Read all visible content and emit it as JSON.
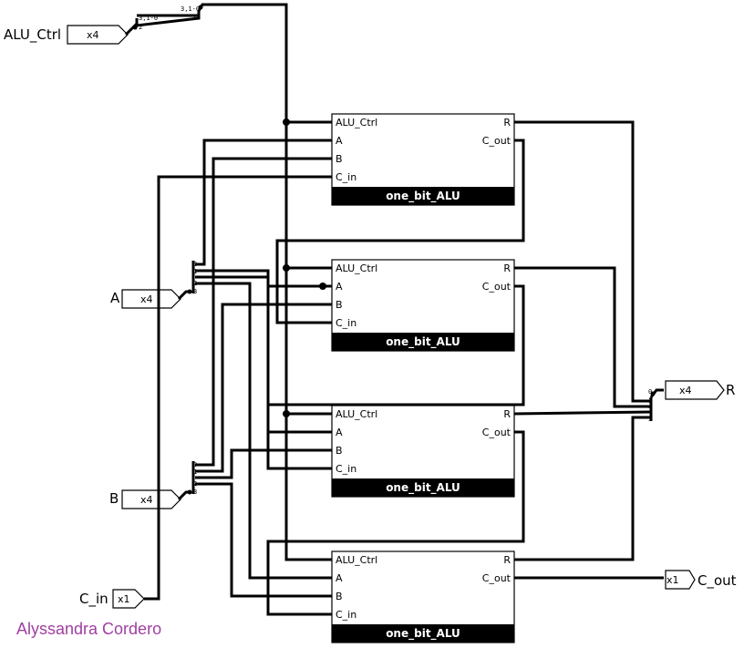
{
  "pins": {
    "alu_ctrl": {
      "label": "ALU_Ctrl",
      "width": "x4"
    },
    "a": {
      "label": "A",
      "width": "x4"
    },
    "b": {
      "label": "B",
      "width": "x4"
    },
    "c_in": {
      "label": "C_in",
      "width": "x1"
    },
    "r": {
      "label": "R",
      "width": "x4"
    },
    "c_out": {
      "label": "C_out",
      "width": "x1"
    }
  },
  "splitter_labels": {
    "ctrl_in": "3,1-0",
    "ctrl_in_bit": "2",
    "ctrl_out_top": "3,1-0",
    "ctrl_out_bit": "2",
    "bits": [
      "0",
      "1",
      "2",
      "3"
    ]
  },
  "alu_blocks": [
    {
      "title": "one_bit_ALU",
      "ports": {
        "ctrl": "ALU_Ctrl",
        "a": "A",
        "b": "B",
        "cin": "C_in",
        "r": "R",
        "cout": "C_out"
      }
    },
    {
      "title": "one_bit_ALU",
      "ports": {
        "ctrl": "ALU_Ctrl",
        "a": "A",
        "b": "B",
        "cin": "C_in",
        "r": "R",
        "cout": "C_out"
      }
    },
    {
      "title": "one_bit_ALU",
      "ports": {
        "ctrl": "ALU_Ctrl",
        "a": "A",
        "b": "B",
        "cin": "C_in",
        "r": "R",
        "cout": "C_out"
      }
    },
    {
      "title": "one_bit_ALU",
      "ports": {
        "ctrl": "ALU_Ctrl",
        "a": "A",
        "b": "B",
        "cin": "C_in",
        "r": "R",
        "cout": "C_out"
      }
    }
  ],
  "author": "Alyssandra Cordero"
}
